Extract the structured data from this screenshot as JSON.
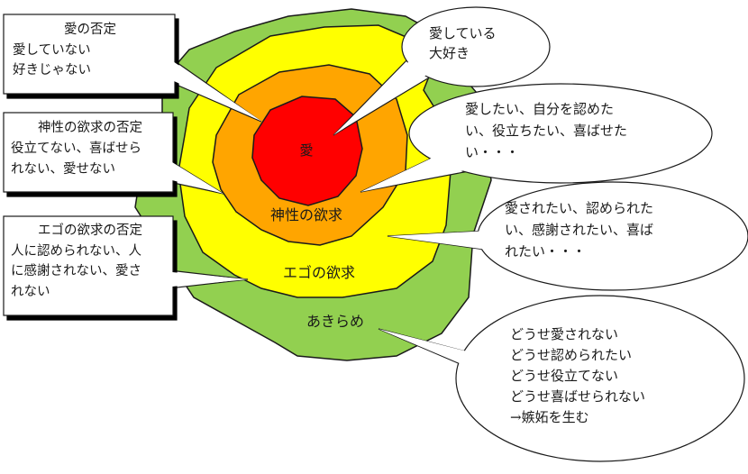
{
  "layers": {
    "core": "愛",
    "divine": "神性の欲求",
    "ego": "エゴの欲求",
    "resignation": "あきらめ"
  },
  "colors": {
    "core": "#ff0000",
    "divine": "#ffa500",
    "ego": "#ffff00",
    "resignation": "#92d050",
    "outline": "#000000"
  },
  "boxes": {
    "love_denial": [
      "愛の否定",
      "愛していない",
      "好きじゃない"
    ],
    "divine_denial": [
      "神性の欲求の否定",
      "役立てない、喜ばせら",
      "れない、愛せない"
    ],
    "ego_denial": [
      "エゴの欲求の否定",
      "人に認められない、人",
      "に感謝されない、愛さ",
      "れない"
    ]
  },
  "bubbles": {
    "love": [
      "愛している",
      "大好き"
    ],
    "divine": [
      "愛したい、自分を認めた",
      "い、役立ちたい、喜ばせた",
      "い・・・"
    ],
    "ego": [
      "愛されたい、認められた",
      "い、感謝されたい、喜ば",
      "れたい・・・"
    ],
    "resignation": [
      "どうせ愛されない",
      "どうせ認められたい",
      "どうせ役立てない",
      "どうせ喜ばせられない",
      "→嫉妬を生む"
    ]
  }
}
